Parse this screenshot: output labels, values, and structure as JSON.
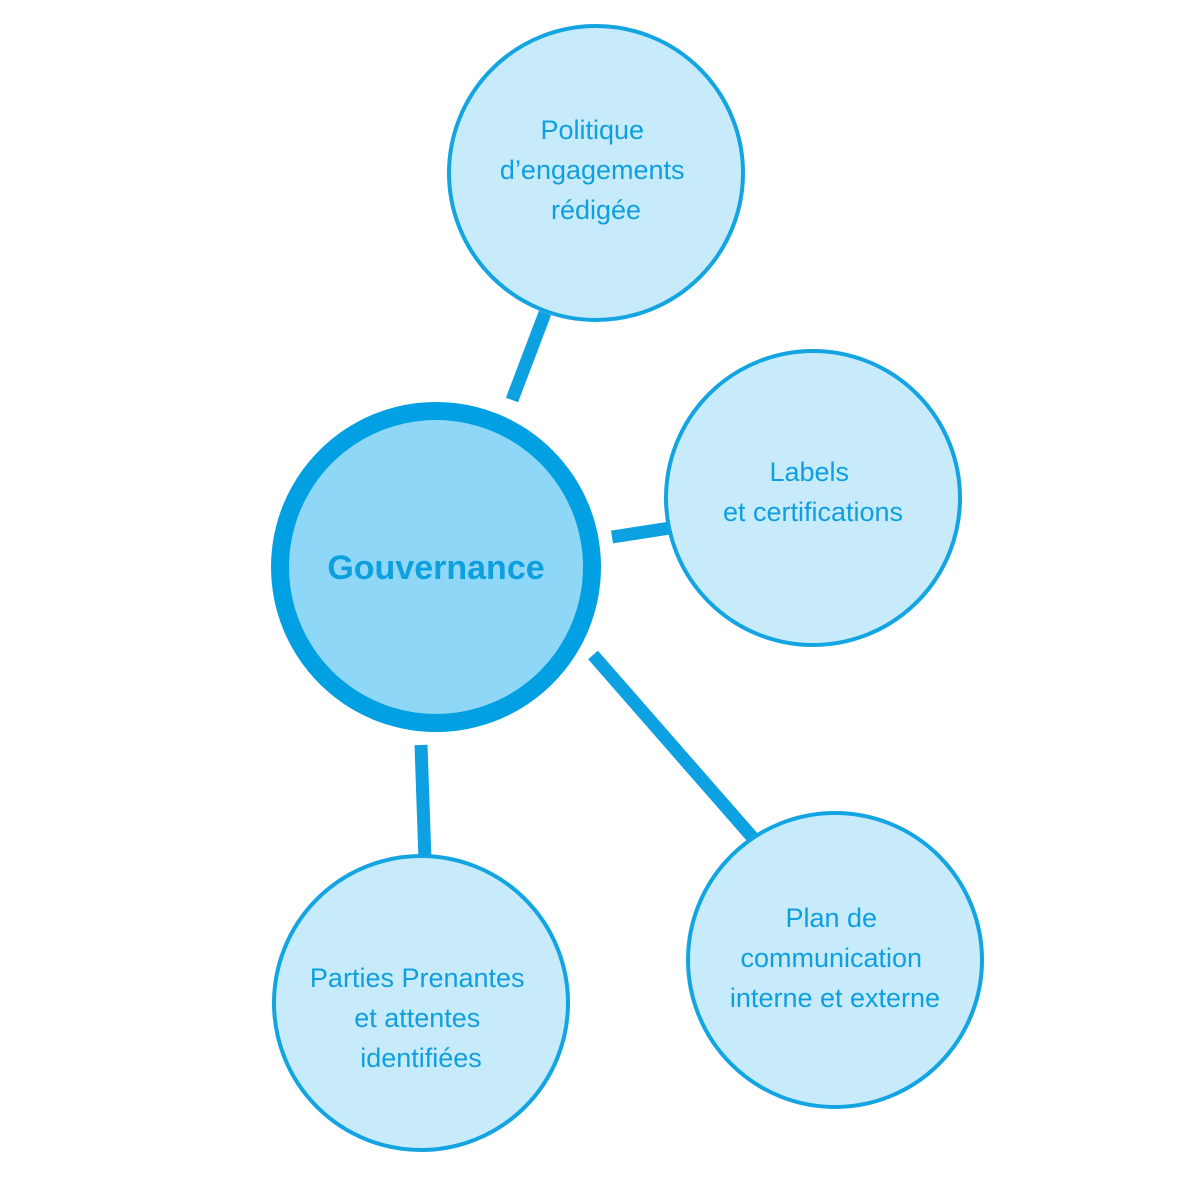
{
  "colors": {
    "background": "#ffffff",
    "connector": "#0ea1e2",
    "center_ring": "#00a0e3",
    "center_fill": "#8fd7f7",
    "satellite_fill": "#c8ebfb",
    "satellite_stroke": "#13a4e2",
    "text": "#0e9fdf"
  },
  "diagram": {
    "center": {
      "label": "Gouvernance"
    },
    "nodes": [
      {
        "id": "politique",
        "lines": [
          "Politique",
          "d’engagements",
          "rédigée"
        ]
      },
      {
        "id": "labels",
        "lines": [
          "Labels",
          "et certifications"
        ]
      },
      {
        "id": "plan",
        "lines": [
          "Plan de",
          "communication",
          "interne et externe"
        ]
      },
      {
        "id": "parties",
        "lines": [
          "Parties Prenantes",
          "et attentes",
          "identifiées"
        ]
      }
    ]
  }
}
